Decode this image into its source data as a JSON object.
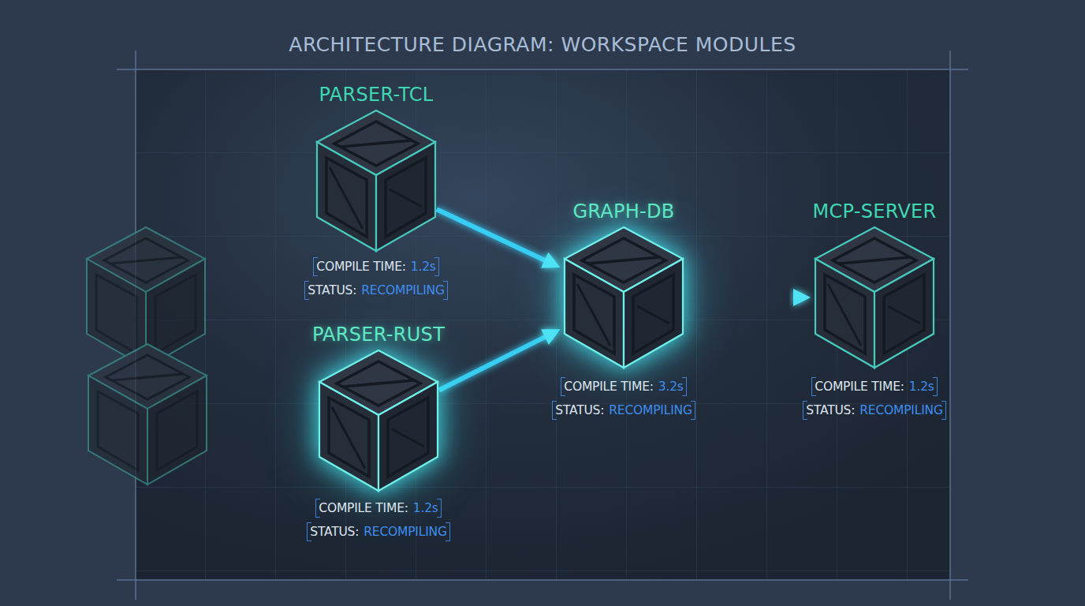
{
  "diagram": {
    "title": "ARCHITECTURE DIAGRAM: WORKSPACE MODULES",
    "nodes": [
      {
        "text": [
          "PARSER-TCL",
          "COMPILE TIME:",
          "1.2s",
          "STATUS:",
          "RECOMPILING"
        ]
      },
      {
        "text": [
          "PARSER-RUST",
          "COMPILE TIME:",
          "1.2s",
          "STATUS:",
          "RECOMPILING"
        ]
      },
      {
        "text": [
          "GRAPH-DB",
          "COMPILE TIME:",
          "3.2s",
          "STATUS:",
          "RECOMPILING"
        ]
      },
      {
        "text": [
          "MCP-SERVER",
          "COMPILE TIME:",
          "1.2s",
          "STATUS:",
          "RECOMPILING"
        ]
      }
    ],
    "edges": [
      {
        "from": 0,
        "to": 2,
        "arrow": "to"
      },
      {
        "from": 1,
        "to": 2,
        "arrow": "to"
      },
      {
        "from": 2,
        "to": 3,
        "arrow": "to"
      }
    ]
  }
}
